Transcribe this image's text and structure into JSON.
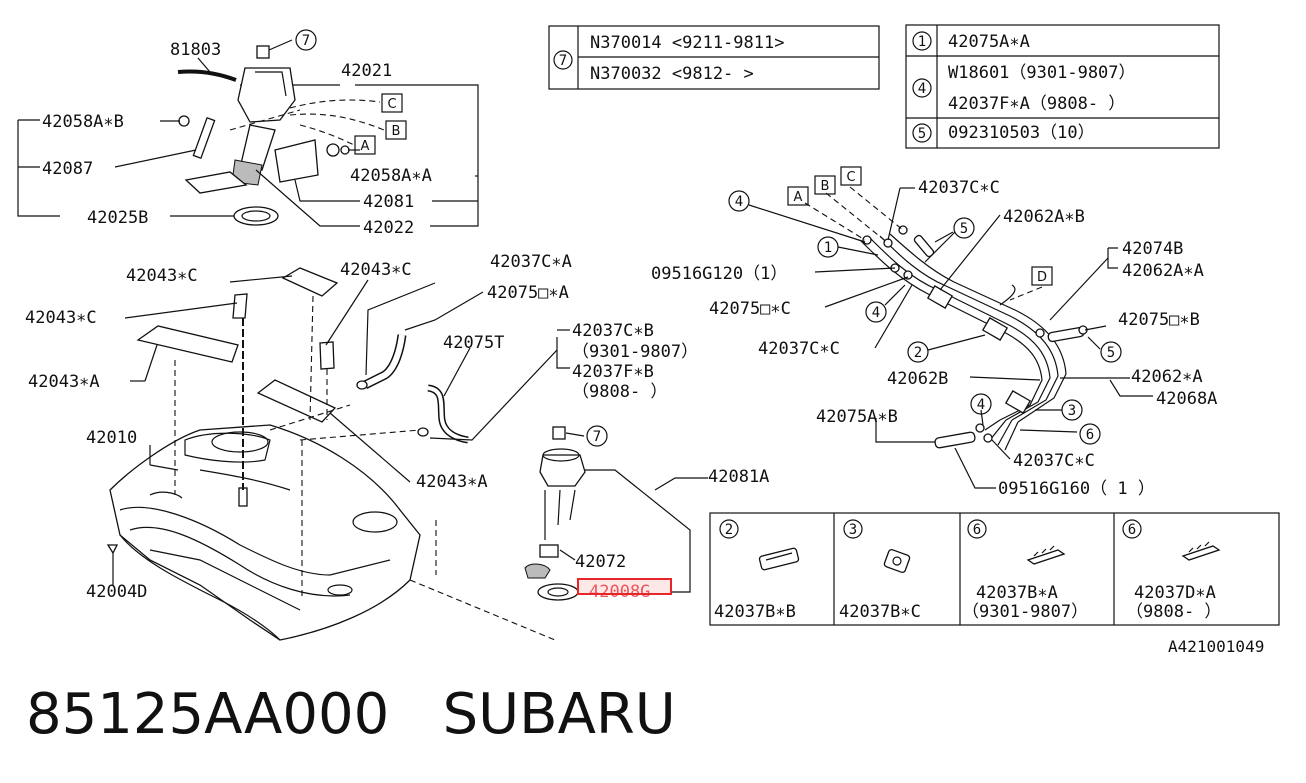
{
  "footer": {
    "part_number": "85125AA000",
    "brand": "SUBARU"
  },
  "diagram_ref": "A421001049",
  "ref_table_7": {
    "key": "7",
    "rows": [
      "N370014 <9211-9811>",
      "N370032 <9812-     >"
    ]
  },
  "ref_table_right": {
    "rows": [
      {
        "key": "1",
        "lines": [
          "42075A∗A"
        ]
      },
      {
        "key": "4",
        "lines": [
          "W18601（9301-9807）",
          "42037F∗A（9808-     ）"
        ]
      },
      {
        "key": "5",
        "lines": [
          "092310503（10）"
        ]
      }
    ]
  },
  "clip_cells": [
    {
      "key": "2",
      "label": "42037B∗B",
      "sub": ""
    },
    {
      "key": "3",
      "label": "42037B∗C",
      "sub": ""
    },
    {
      "key": "6",
      "label": "42037B∗A",
      "sub": "（9301-9807）"
    },
    {
      "key": "6",
      "label": "42037D∗A",
      "sub": "（9808-     ）"
    }
  ],
  "highlight": {
    "label": "42008G",
    "color": "#e8262a"
  },
  "labels": {
    "p81803": "81803",
    "p42021": "42021",
    "p42058AB": "42058A∗B",
    "p42087": "42087",
    "p42058AA": "42058A∗A",
    "p42081": "42081",
    "p42025B": "42025B",
    "p42022": "42022",
    "p42043C_1": "42043∗C",
    "p42043C_2": "42043∗C",
    "p42043C_3": "42043∗C",
    "p42043A_1": "42043∗A",
    "p42043A_2": "42043∗A",
    "p42010": "42010",
    "p42004D": "42004D",
    "p42037CA": "42037C∗A",
    "p42075DA": "42075□∗A",
    "p42075T": "42075T",
    "p42037CB": "42037C∗B",
    "p9301_9807": "（9301-9807）",
    "p42037FB": "42037F∗B",
    "p9808": "（9808-     ）",
    "p42081A": "42081A",
    "p42072": "42072",
    "p42037CC_1": "42037C∗C",
    "p42062AB": "42062A∗B",
    "p09516G120": "09516G120（1）",
    "p42075DC": "42075□∗C",
    "p42037CC_2": "42037C∗C",
    "p42074B": "42074B",
    "p42062AA": "42062A∗A",
    "p42075DB": "42075□∗B",
    "p42062B": "42062B",
    "p42062A": "42062∗A",
    "p42068A": "42068A",
    "p42075AB": "42075A∗B",
    "p42037CC_3": "42037C∗C",
    "p09516G160": "09516G160（ 1 ）"
  },
  "callouts": {
    "box_A": "A",
    "box_B": "B",
    "box_C": "C",
    "box_D": "D",
    "n7a": "7",
    "n7b": "7",
    "n4a": "4",
    "n4b": "4",
    "n4c": "4",
    "n5a": "5",
    "n5b": "5",
    "n1": "1",
    "n2": "2",
    "n3": "3",
    "n6": "6"
  }
}
